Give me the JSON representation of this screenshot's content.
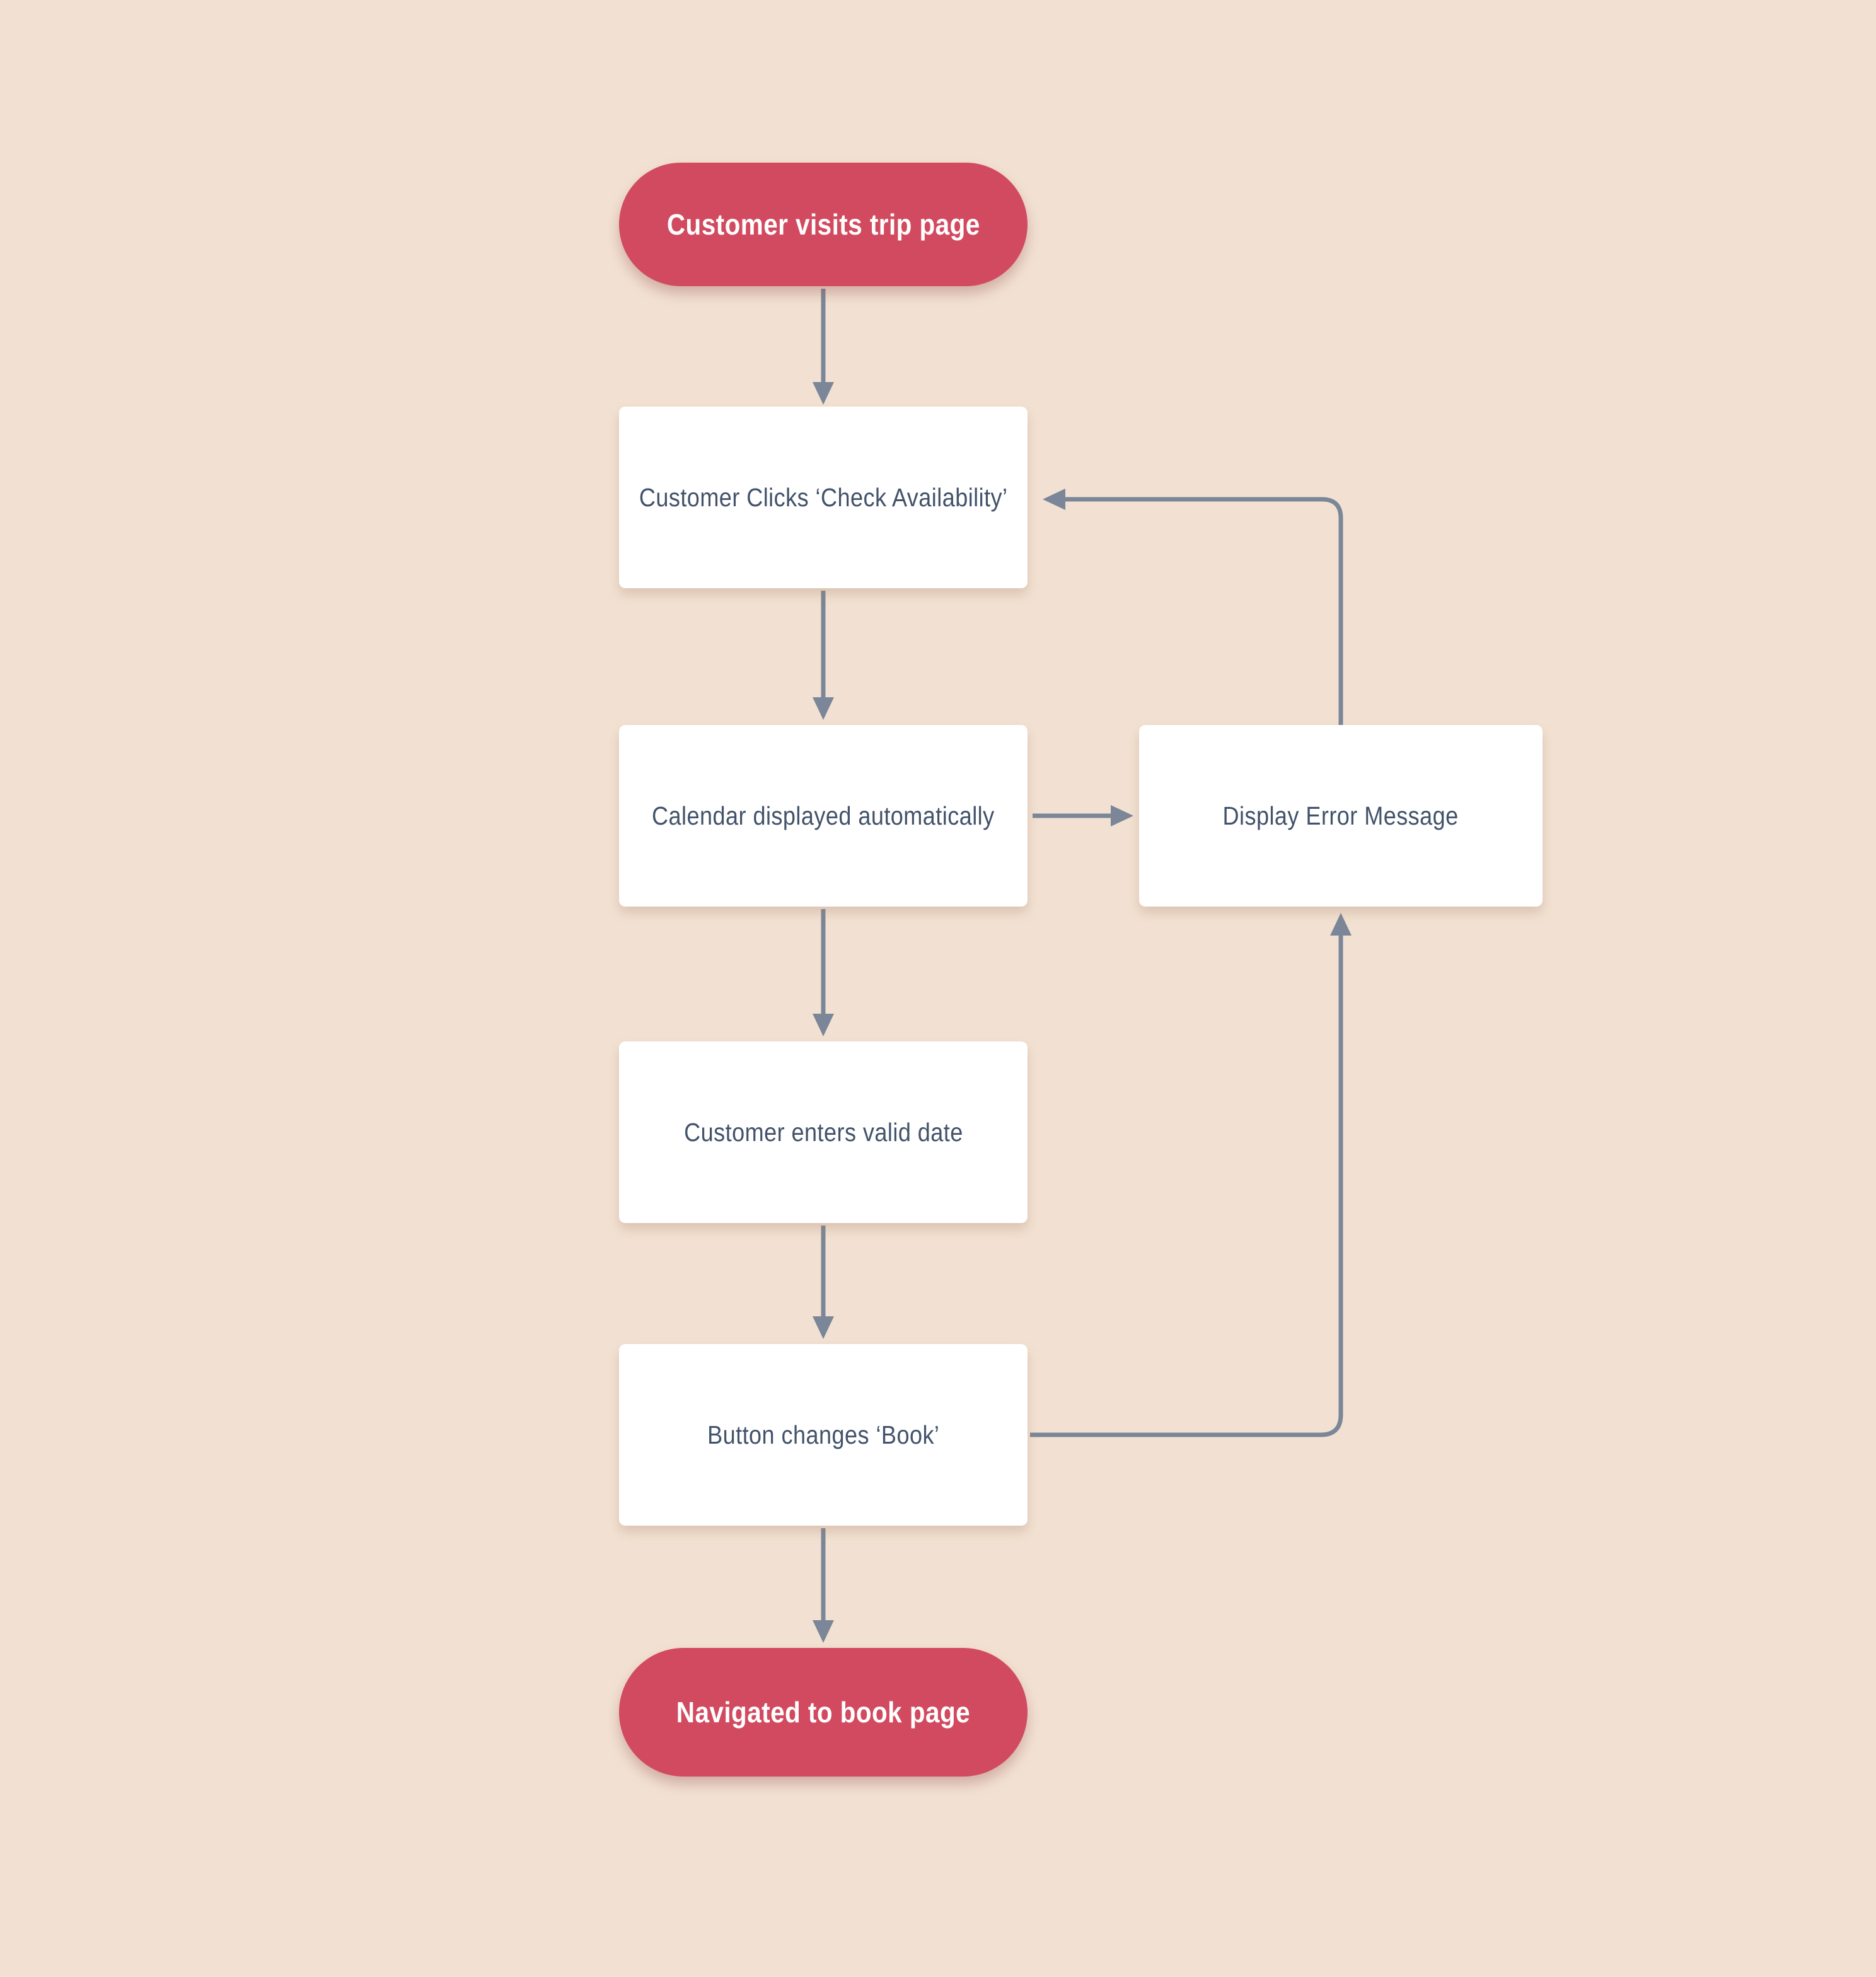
{
  "diagram": {
    "background_color": "#f2e1d2",
    "process_fill": "#ffffff",
    "terminator_fill": "#d24a5f",
    "process_text_color": "#42526a",
    "terminator_text_color": "#ffffff",
    "connector_color": "#7b8798",
    "nodes": [
      {
        "id": "start",
        "type": "terminator",
        "label": "Customer visits trip page"
      },
      {
        "id": "check_availability",
        "type": "process",
        "label": "Customer Clicks ‘Check Availability’"
      },
      {
        "id": "calendar",
        "type": "process",
        "label": "Calendar displayed automatically"
      },
      {
        "id": "display_error",
        "type": "process",
        "label": "Display Error Message"
      },
      {
        "id": "valid_date",
        "type": "process",
        "label": "Customer enters valid date"
      },
      {
        "id": "button_book",
        "type": "process",
        "label": "Button changes ‘Book’"
      },
      {
        "id": "end",
        "type": "terminator",
        "label": "Navigated to book page"
      }
    ],
    "edges": [
      {
        "from": "start",
        "to": "check_availability",
        "direction": "down"
      },
      {
        "from": "check_availability",
        "to": "calendar",
        "direction": "down"
      },
      {
        "from": "calendar",
        "to": "display_error",
        "direction": "right"
      },
      {
        "from": "calendar",
        "to": "valid_date",
        "direction": "down"
      },
      {
        "from": "display_error",
        "to": "check_availability",
        "direction": "up-left"
      },
      {
        "from": "valid_date",
        "to": "button_book",
        "direction": "down"
      },
      {
        "from": "button_book",
        "to": "display_error",
        "direction": "right-up"
      },
      {
        "from": "button_book",
        "to": "end",
        "direction": "down"
      }
    ]
  }
}
